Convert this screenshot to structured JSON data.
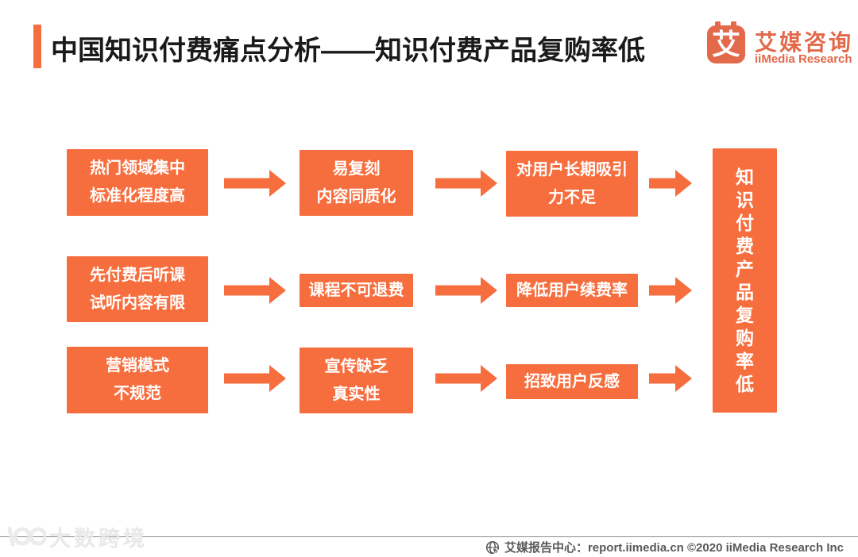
{
  "colors": {
    "accent": "#F76E3E",
    "logo_brand": "#E2694A",
    "title_text": "#1a1a1a",
    "footer_text": "#58595B"
  },
  "header": {
    "title": "中国知识付费痛点分析——知识付费产品复购率低",
    "logo": {
      "glyph": "艾",
      "name_cn": "艾媒咨询",
      "name_en": "iiMedia Research"
    }
  },
  "diagram": {
    "rows": [
      {
        "steps": [
          {
            "lines": [
              "热门领域集中",
              "标准化程度高"
            ]
          },
          {
            "lines": [
              "易复刻",
              "内容同质化"
            ]
          },
          {
            "lines": [
              "对用户长期吸引",
              "力不足"
            ]
          }
        ]
      },
      {
        "steps": [
          {
            "lines": [
              "先付费后听课",
              "试听内容有限"
            ]
          },
          {
            "lines": [
              "课程不可退费"
            ]
          },
          {
            "lines": [
              "降低用户续费率"
            ]
          }
        ]
      },
      {
        "steps": [
          {
            "lines": [
              "营销模式",
              "不规范"
            ]
          },
          {
            "lines": [
              "宣传缺乏",
              "真实性"
            ]
          },
          {
            "lines": [
              "招致用户反感"
            ]
          }
        ]
      }
    ],
    "result": {
      "text": "知识付费产品复购率低"
    }
  },
  "footer": {
    "text": "艾媒报告中心：report.iimedia.cn ©2020  iiMedia Research Inc"
  },
  "watermark": {
    "text": "大数跨境"
  }
}
